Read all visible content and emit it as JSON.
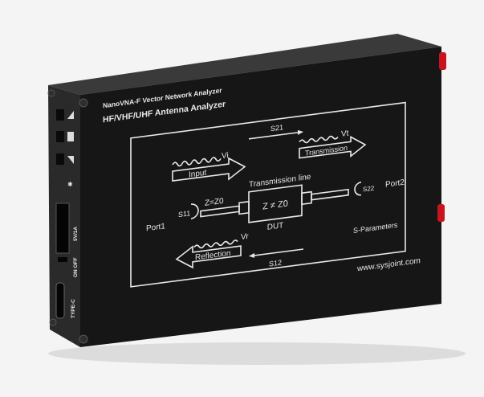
{
  "device": {
    "title_line1": "NanoVNA-F Vector Network Analyzer",
    "title_line2": "HF/VHF/UHF Antenna Analyzer",
    "website": "www.sysjoint.com",
    "colors": {
      "body": "#1c1c1c",
      "print": "#e8e8e8",
      "connector": "#c8141e"
    }
  },
  "diagram": {
    "s21": "S21",
    "s12": "S12",
    "s11": "S11",
    "s22": "S22",
    "vt": "Vt",
    "vi": "Vi",
    "vr": "Vr",
    "transmission": "Transmission",
    "input": "Input",
    "reflection": "Reflection",
    "transmission_line": "Transmission line",
    "z_eq": "Z=Z0",
    "z_neq": "Z ≠ Z0",
    "dut": "DUT",
    "port1": "Port1",
    "port2": "Port2",
    "s_parameters": "S-Parameters"
  },
  "side_panel": {
    "power_label": "5V/1A",
    "switch_label": "ON OFF",
    "usb_label": "TYPE-C"
  }
}
